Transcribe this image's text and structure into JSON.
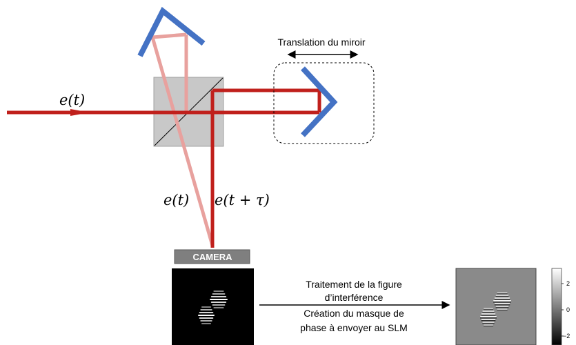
{
  "labels": {
    "input_field": "e(t)",
    "reference_field": "e(t)",
    "delayed_field": "e(t + τ)",
    "translation": "Translation du miroir",
    "camera": "CAMERA",
    "processing_line1": "Traitement de la figure",
    "processing_line2": "d’interférence",
    "processing_line3": "Création du masque de",
    "processing_line4": "phase à envoyer au SLM"
  },
  "colorbar": {
    "ticks": [
      "2",
      "0",
      "−2"
    ]
  },
  "colors": {
    "beam_dark": "#c0201c",
    "beam_light": "#e8a19e",
    "mirror": "#4472c4",
    "beamsplitter": "#c8c8c8",
    "camera_bar": "#7f7f7f",
    "camera_text": "#ffffff",
    "interferogram_bg": "#000000",
    "mask_bg": "#8a8a8a"
  }
}
